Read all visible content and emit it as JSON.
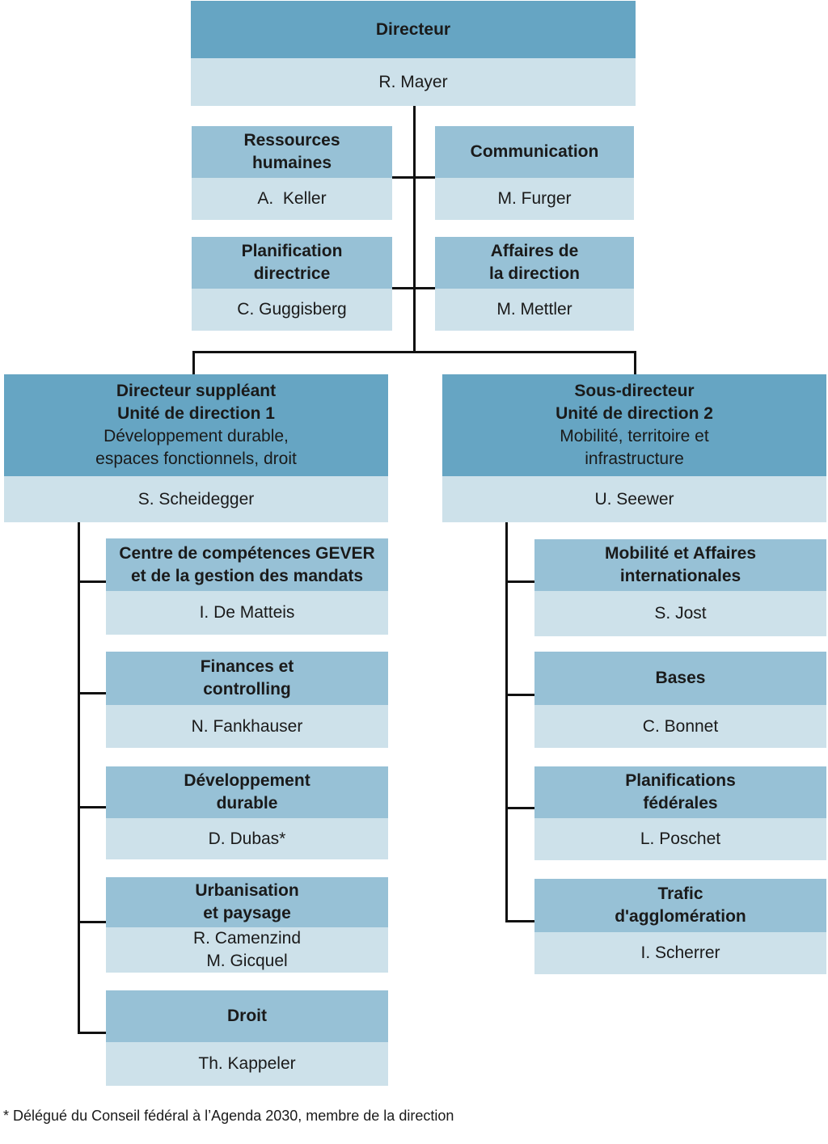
{
  "director": {
    "title": "Directeur",
    "name": "R. Mayer"
  },
  "staff_left": [
    {
      "title": [
        "Ressources",
        "humaines"
      ],
      "name": "A.  Keller"
    },
    {
      "title": [
        "Planification",
        "directrice"
      ],
      "name": "C. Guggisberg"
    }
  ],
  "staff_right": [
    {
      "title": [
        "Communication"
      ],
      "name": "M. Furger"
    },
    {
      "title": [
        "Affaires de",
        "la direction"
      ],
      "name": "M. Mettler"
    }
  ],
  "unit1": {
    "title": [
      "Directeur suppléant",
      "Unité de direction 1"
    ],
    "subtitle": [
      "Développement durable,",
      "espaces fonctionnels, droit"
    ],
    "name": "S. Scheidegger"
  },
  "unit2": {
    "title": [
      "Sous-directeur",
      "Unité de direction 2"
    ],
    "subtitle": [
      "Mobilité, territoire et",
      "infrastructure"
    ],
    "name": "U. Seewer"
  },
  "sections_unit1": [
    {
      "title": [
        "Centre de compétences GEVER",
        "et de la gestion des mandats"
      ],
      "names": [
        "I. De Matteis"
      ]
    },
    {
      "title": [
        "Finances et",
        "controlling"
      ],
      "names": [
        "N. Fankhauser"
      ]
    },
    {
      "title": [
        "Développement",
        "durable"
      ],
      "names": [
        "D. Dubas*"
      ]
    },
    {
      "title": [
        "Urbanisation",
        "et paysage"
      ],
      "names": [
        "R. Camenzind",
        "M. Gicquel"
      ]
    },
    {
      "title": [
        "Droit"
      ],
      "names": [
        "Th. Kappeler"
      ]
    }
  ],
  "sections_unit2": [
    {
      "title": [
        "Mobilité et Affaires",
        "internationales"
      ],
      "names": [
        "S. Jost"
      ]
    },
    {
      "title": [
        "Bases"
      ],
      "names": [
        "C. Bonnet"
      ]
    },
    {
      "title": [
        "Planifications",
        "fédérales"
      ],
      "names": [
        "L. Poschet"
      ]
    },
    {
      "title": [
        "Trafic",
        "d'agglomération"
      ],
      "names": [
        "I. Scherrer"
      ]
    }
  ],
  "footnote": "* Délégué du Conseil fédéral à l’Agenda 2030, membre de la direction",
  "colors": {
    "header_dark": "#66a5c3",
    "header_light": "#97c1d6",
    "body": "#cde1ea",
    "line": "#111111"
  }
}
